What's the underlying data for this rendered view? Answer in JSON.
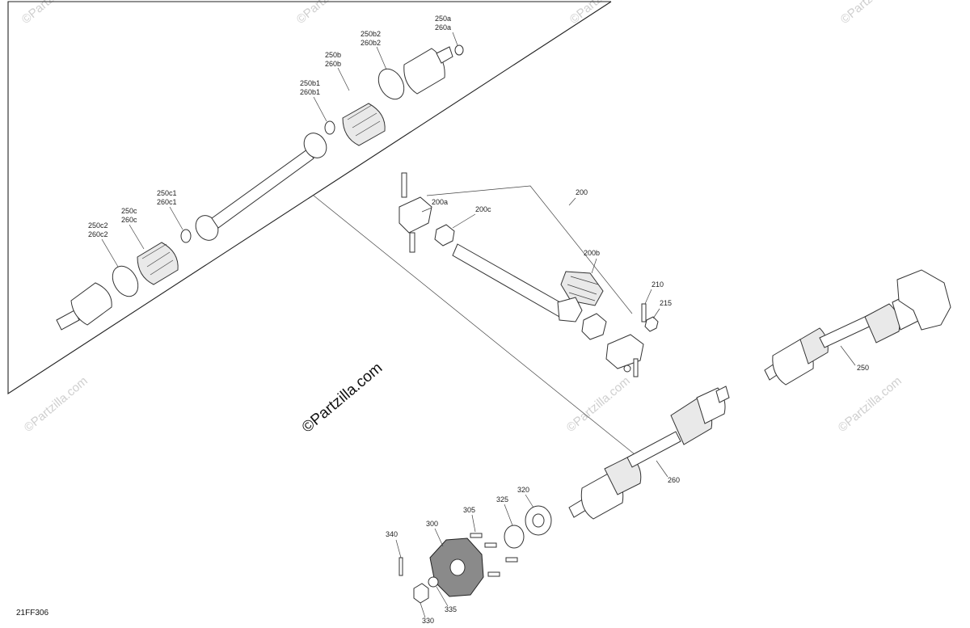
{
  "diagram": {
    "code": "21FF306",
    "brand_watermark": "©Partzilla.com",
    "repeat_watermark": "©Partzilla.com"
  },
  "callouts": {
    "c250a": "250a",
    "c260a": "260a",
    "c250b2": "250b2",
    "c260b2": "260b2",
    "c250b": "250b",
    "c260b": "260b",
    "c250b1": "250b1",
    "c260b1": "260b1",
    "c250c1": "250c1",
    "c260c1": "260c1",
    "c250c": "250c",
    "c260c": "260c",
    "c250c2": "250c2",
    "c260c2": "260c2",
    "c200": "200",
    "c200a": "200a",
    "c200c": "200c",
    "c200b": "200b",
    "c210": "210",
    "c215": "215",
    "c250": "250",
    "c260": "260",
    "c320": "320",
    "c325": "325",
    "c305": "305",
    "c300": "300",
    "c340": "340",
    "c335": "335",
    "c330": "330"
  }
}
